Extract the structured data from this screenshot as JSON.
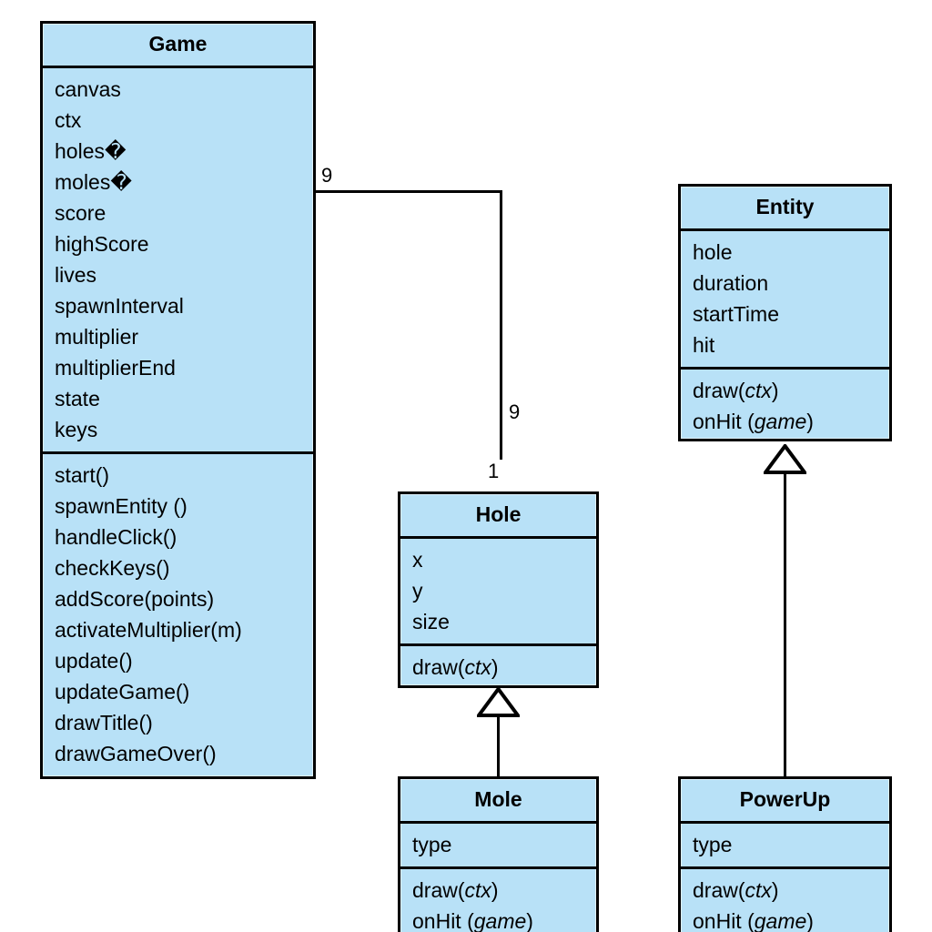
{
  "diagram": {
    "title": "UML class diagram",
    "kind": "uml-class-diagram",
    "colors": {
      "class_fill": "#b8e1f7",
      "class_border": "#000000",
      "background": "#ffffff",
      "text": "#000000"
    },
    "classes": [
      {
        "id": "game",
        "name": "Game",
        "attributes": [
          "canvas",
          "ctx",
          "holes�",
          "moles�",
          "score",
          "highScore",
          "lives",
          "spawnInterval",
          "multiplier",
          "multiplierEnd",
          "state",
          "keys"
        ],
        "methods": [
          {
            "name": "start",
            "params": ""
          },
          {
            "name": "spawnEntity ",
            "params": ""
          },
          {
            "name": "handleClick",
            "params": ""
          },
          {
            "name": "checkKeys",
            "params": ""
          },
          {
            "name": "addScore",
            "params": "points"
          },
          {
            "name": "activateMultiplier",
            "params": "m"
          },
          {
            "name": "update",
            "params": ""
          },
          {
            "name": "updateGame",
            "params": ""
          },
          {
            "name": "drawTitle",
            "params": ""
          },
          {
            "name": "drawGameOver",
            "params": ""
          }
        ]
      },
      {
        "id": "entity",
        "name": "Entity",
        "attributes": [
          "hole",
          "duration",
          "startTime",
          "hit"
        ],
        "methods": [
          {
            "name": "draw",
            "params": "ctx",
            "italic_params": true
          },
          {
            "name": "onHit ",
            "params": "game",
            "italic_params": true
          }
        ]
      },
      {
        "id": "hole",
        "name": "Hole",
        "attributes": [
          "x",
          "y",
          "size"
        ],
        "methods": [
          {
            "name": "draw",
            "params": "ctx",
            "italic_params": true
          }
        ]
      },
      {
        "id": "mole",
        "name": "Mole",
        "attributes": [
          "type"
        ],
        "methods": [
          {
            "name": "draw",
            "params": "ctx",
            "italic_params": true
          },
          {
            "name": "onHit ",
            "params": "game",
            "italic_params": true
          }
        ]
      },
      {
        "id": "powerup",
        "name": "PowerUp",
        "attributes": [
          "type"
        ],
        "methods": [
          {
            "name": "draw",
            "params": "ctx",
            "italic_params": true
          },
          {
            "name": "onHit ",
            "params": "game",
            "italic_params": true
          }
        ]
      }
    ],
    "relationships": [
      {
        "id": "game-hole",
        "type": "association",
        "from": "game",
        "to": "hole",
        "source_multiplicity": "9",
        "mid_multiplicity": "9",
        "target_multiplicity": "1"
      },
      {
        "id": "hole-mole",
        "type": "generalization",
        "from": "mole",
        "to": "hole"
      },
      {
        "id": "entity-powerup",
        "type": "generalization",
        "from": "powerup",
        "to": "entity"
      }
    ]
  }
}
